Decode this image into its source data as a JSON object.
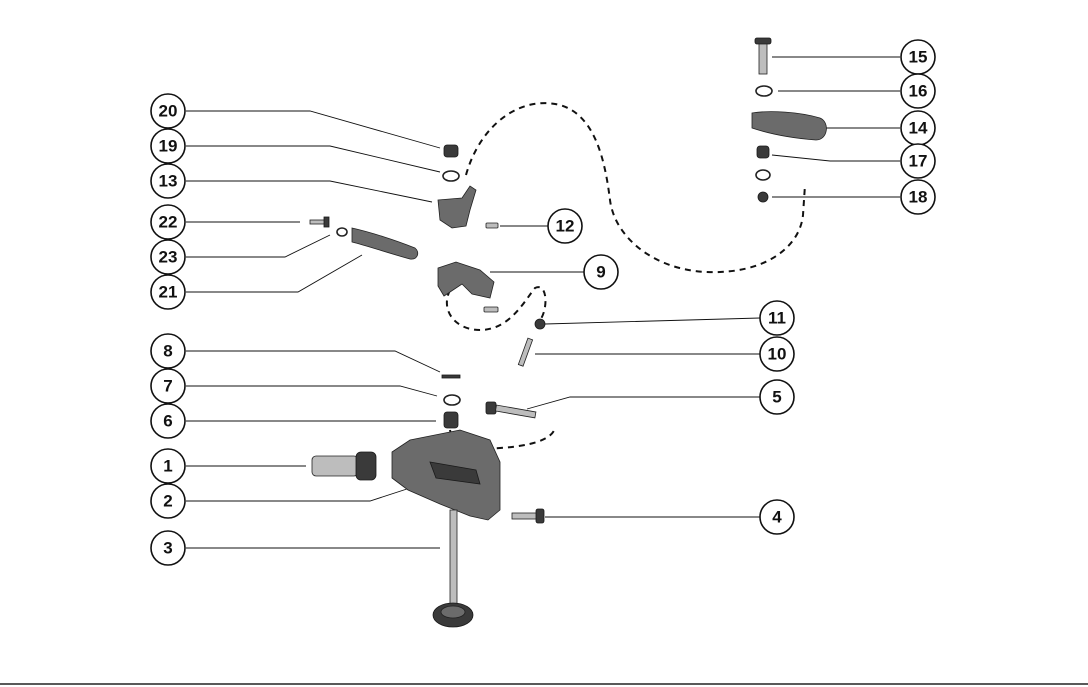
{
  "callouts": [
    {
      "label": "20"
    },
    {
      "label": "19"
    },
    {
      "label": "13"
    },
    {
      "label": "22"
    },
    {
      "label": "23"
    },
    {
      "label": "21"
    },
    {
      "label": "8"
    },
    {
      "label": "7"
    },
    {
      "label": "6"
    },
    {
      "label": "1"
    },
    {
      "label": "2"
    },
    {
      "label": "3"
    },
    {
      "label": "15"
    },
    {
      "label": "16"
    },
    {
      "label": "14"
    },
    {
      "label": "17"
    },
    {
      "label": "18"
    },
    {
      "label": "12"
    },
    {
      "label": "9"
    },
    {
      "label": "11"
    },
    {
      "label": "10"
    },
    {
      "label": "5"
    },
    {
      "label": "4"
    }
  ]
}
